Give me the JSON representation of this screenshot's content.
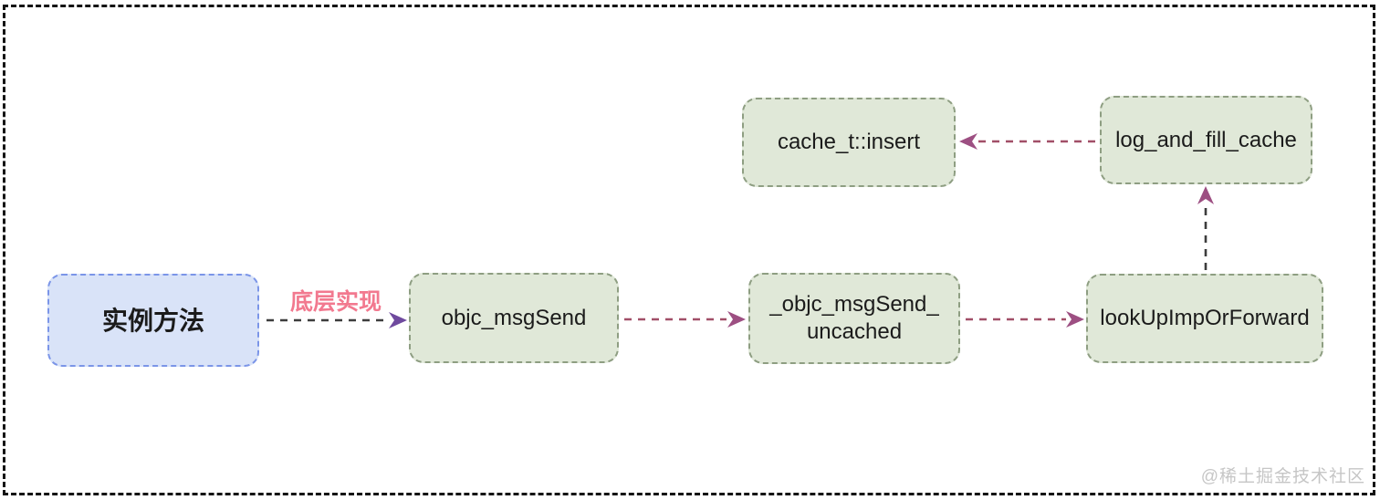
{
  "diagram": {
    "nodes": [
      {
        "label": "实例方法"
      },
      {
        "label": "objc_msgSend"
      },
      {
        "label": "_objc_msgSend_\nuncached"
      },
      {
        "label": "lookUpImpOrForward"
      },
      {
        "label": "cache_t::insert"
      },
      {
        "label": "log_and_fill_cache"
      }
    ],
    "edges": [
      {
        "from": "实例方法",
        "to": "objc_msgSend",
        "label": "底层实现"
      },
      {
        "from": "objc_msgSend",
        "to": "_objc_msgSend_uncached",
        "label": ""
      },
      {
        "from": "_objc_msgSend_uncached",
        "to": "lookUpImpOrForward",
        "label": ""
      },
      {
        "from": "lookUpImpOrForward",
        "to": "log_and_fill_cache",
        "label": ""
      },
      {
        "from": "log_and_fill_cache",
        "to": "cache_t::insert",
        "label": ""
      }
    ]
  },
  "watermark": "@稀土掘金技术社区",
  "colors": {
    "node-blue-bg": "#d9e3f8",
    "node-blue-border": "#7b95e8",
    "node-green-bg": "#e0e8d8",
    "node-green-border": "#8e9e82",
    "arrow-dark": "#3d3d3d",
    "arrow-maroon": "#a14f68",
    "arrowhead-purple": "#6f4a9e",
    "arrowhead-magenta": "#9d4f82",
    "edge-label": "#f2798f",
    "watermark": "#c6c6c6",
    "frame": "#141414"
  }
}
